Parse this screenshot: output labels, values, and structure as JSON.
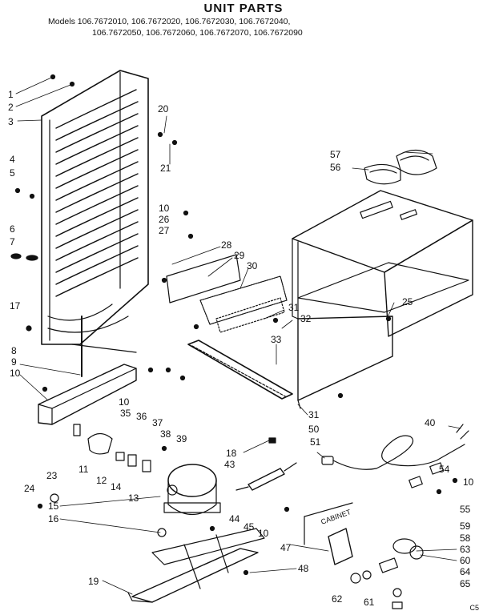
{
  "title": "UNIT PARTS",
  "models_line1": "Models 106.7672010, 106.7672020, 106.7672030, 106.7672040,",
  "models_line2": "106.7672050, 106.7672060, 106.7672070, 106.7672090",
  "cabinet_label": "CABINET",
  "footer_code": "C5",
  "part_labels": {
    "p1": "1",
    "p2": "2",
    "p3": "3",
    "p4": "4",
    "p5": "5",
    "p6": "6",
    "p7": "7",
    "p8": "8",
    "p9": "9",
    "p10a": "10",
    "p10b": "10",
    "p10c": "10",
    "p10d": "10",
    "p11": "11",
    "p12": "12",
    "p13": "13",
    "p14": "14",
    "p15": "15",
    "p16": "16",
    "p17": "17",
    "p18": "18",
    "p19": "19",
    "p20": "20",
    "p21": "21",
    "p23": "23",
    "p24": "24",
    "p25": "25",
    "p26": "26",
    "p27": "27",
    "p28": "28",
    "p29": "29",
    "p30": "30",
    "p31a": "31",
    "p31b": "31",
    "p32": "32",
    "p33": "33",
    "p35": "35",
    "p36": "36",
    "p37": "37",
    "p38": "38",
    "p39": "39",
    "p40": "40",
    "p43": "43",
    "p44": "44",
    "p45": "45",
    "p47": "47",
    "p48": "48",
    "p50": "50",
    "p51": "51",
    "p54": "54",
    "p55": "55",
    "p56": "56",
    "p57": "57",
    "p58": "58",
    "p59": "59",
    "p60": "60",
    "p61": "61",
    "p62": "62",
    "p63": "63",
    "p64": "64",
    "p65": "65"
  }
}
